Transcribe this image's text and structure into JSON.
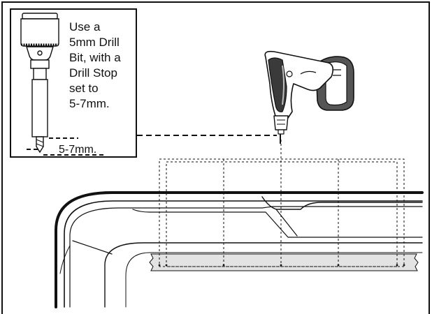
{
  "instruction": {
    "lines": [
      "Use a",
      "5mm Drill",
      "Bit, with a",
      "Drill Stop",
      "set to",
      "5-7mm."
    ]
  },
  "depth_label": "5-7mm.",
  "colors": {
    "ink": "#111111",
    "tape": "#e3e3e3",
    "drill_body": "#ffffff",
    "drill_grip": "#3a3a3a",
    "drill_battery": "#555555"
  },
  "icons": {
    "drill": "cordless-drill-icon",
    "chuck": "drill-chuck-icon",
    "bit": "drill-bit-icon"
  }
}
